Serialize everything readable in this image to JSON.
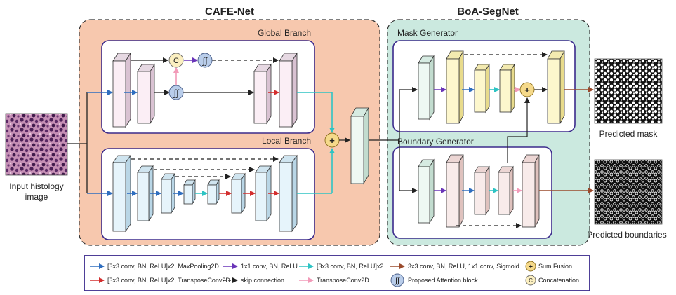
{
  "sections": {
    "cafe_title": "CAFE-Net",
    "boa_title": "BoA-SegNet",
    "global_branch": "Global Branch",
    "local_branch": "Local Branch",
    "mask_generator": "Mask Generator",
    "boundary_generator": "Boundary Generator"
  },
  "io": {
    "input_line1": "Input histology",
    "input_line2": "image",
    "predicted_mask": "Predicted mask",
    "predicted_boundaries": "Predicted boundaries"
  },
  "node_glyphs": {
    "concat": "C",
    "sum": "+"
  },
  "colors": {
    "cafe_bg": "#f7c8ae",
    "boa_bg": "#cbe9df",
    "branch_border": "#3b2a8c",
    "blue_arrow": "#2f6ebf",
    "red_arrow": "#d32f2f",
    "purple_arrow": "#6a35b8",
    "cyan_arrow": "#2ec4c4",
    "pink_arrow": "#f29ab8",
    "brown_arrow": "#9a4a2c",
    "sum_node": "#f5d98a",
    "concat_node": "#fbefc0",
    "attention_node": "#b9cdea"
  },
  "legend": {
    "items": [
      {
        "label": "[3x3 conv, BN, ReLU]x2, MaxPooling2D",
        "symbol": "blue-arrow"
      },
      {
        "label": "[3x3 conv, BN, ReLU]x2, TransposeConv2D",
        "symbol": "red-arrow"
      },
      {
        "label": "1x1 conv, BN, ReLU",
        "symbol": "purple-arrow"
      },
      {
        "label": "skip connection",
        "symbol": "dashed-arrow"
      },
      {
        "label": "[3x3 conv, BN, ReLU]x2",
        "symbol": "cyan-arrow"
      },
      {
        "label": "TransposeConv2D",
        "symbol": "pink-arrow"
      },
      {
        "label": "3x3 conv, BN, ReLU, 1x1 conv, Sigmoid",
        "symbol": "brown-arrow"
      },
      {
        "label": "Proposed Attention block",
        "symbol": "attention-icon"
      },
      {
        "label": "Sum Fusion",
        "symbol": "sum-icon"
      },
      {
        "label": "Concatenation",
        "symbol": "concat-icon"
      }
    ]
  }
}
